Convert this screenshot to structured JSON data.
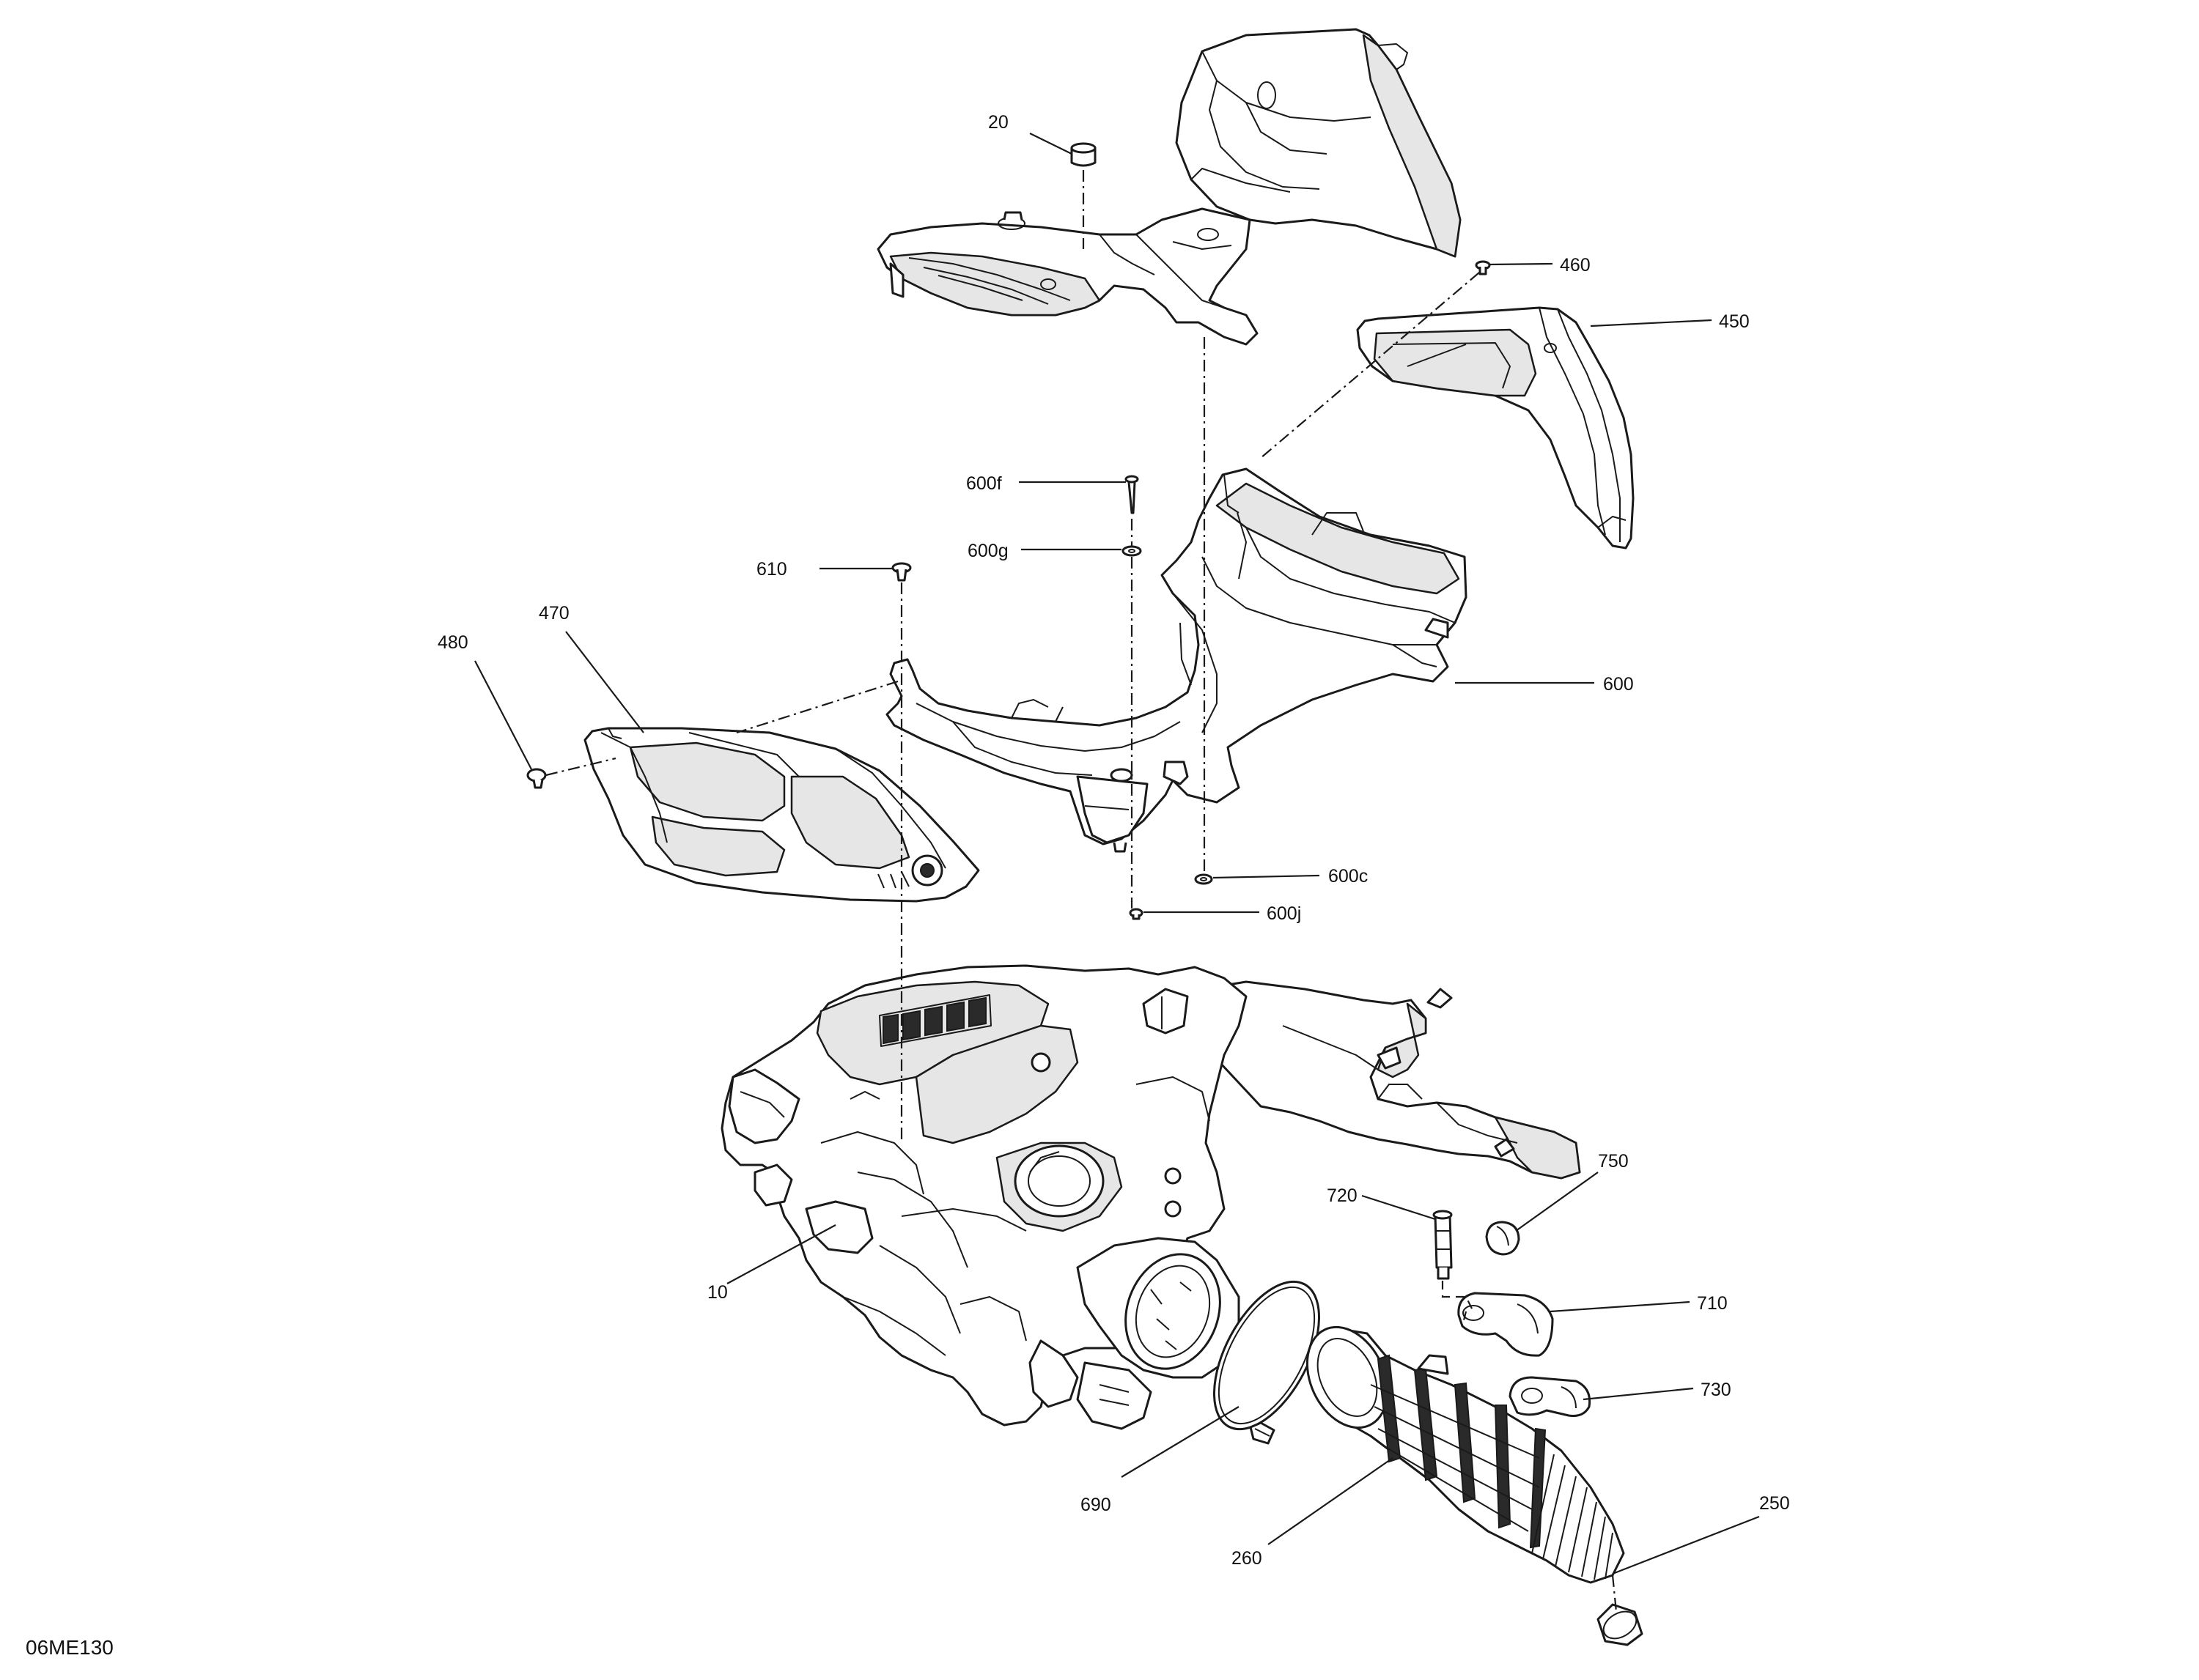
{
  "drawing_code": "06ME130",
  "callouts": [
    {
      "id": "c20",
      "label": "20"
    },
    {
      "id": "c460",
      "label": "460"
    },
    {
      "id": "c450",
      "label": "450"
    },
    {
      "id": "c600f",
      "label": "600f"
    },
    {
      "id": "c600g",
      "label": "600g"
    },
    {
      "id": "c610",
      "label": "610"
    },
    {
      "id": "c470",
      "label": "470"
    },
    {
      "id": "c480",
      "label": "480"
    },
    {
      "id": "c600",
      "label": "600"
    },
    {
      "id": "c600c",
      "label": "600c"
    },
    {
      "id": "c600j",
      "label": "600j"
    },
    {
      "id": "c750",
      "label": "750"
    },
    {
      "id": "c720",
      "label": "720"
    },
    {
      "id": "c710",
      "label": "710"
    },
    {
      "id": "c10",
      "label": "10"
    },
    {
      "id": "c730",
      "label": "730"
    },
    {
      "id": "c690",
      "label": "690"
    },
    {
      "id": "c260",
      "label": "260"
    },
    {
      "id": "c250",
      "label": "250"
    }
  ]
}
